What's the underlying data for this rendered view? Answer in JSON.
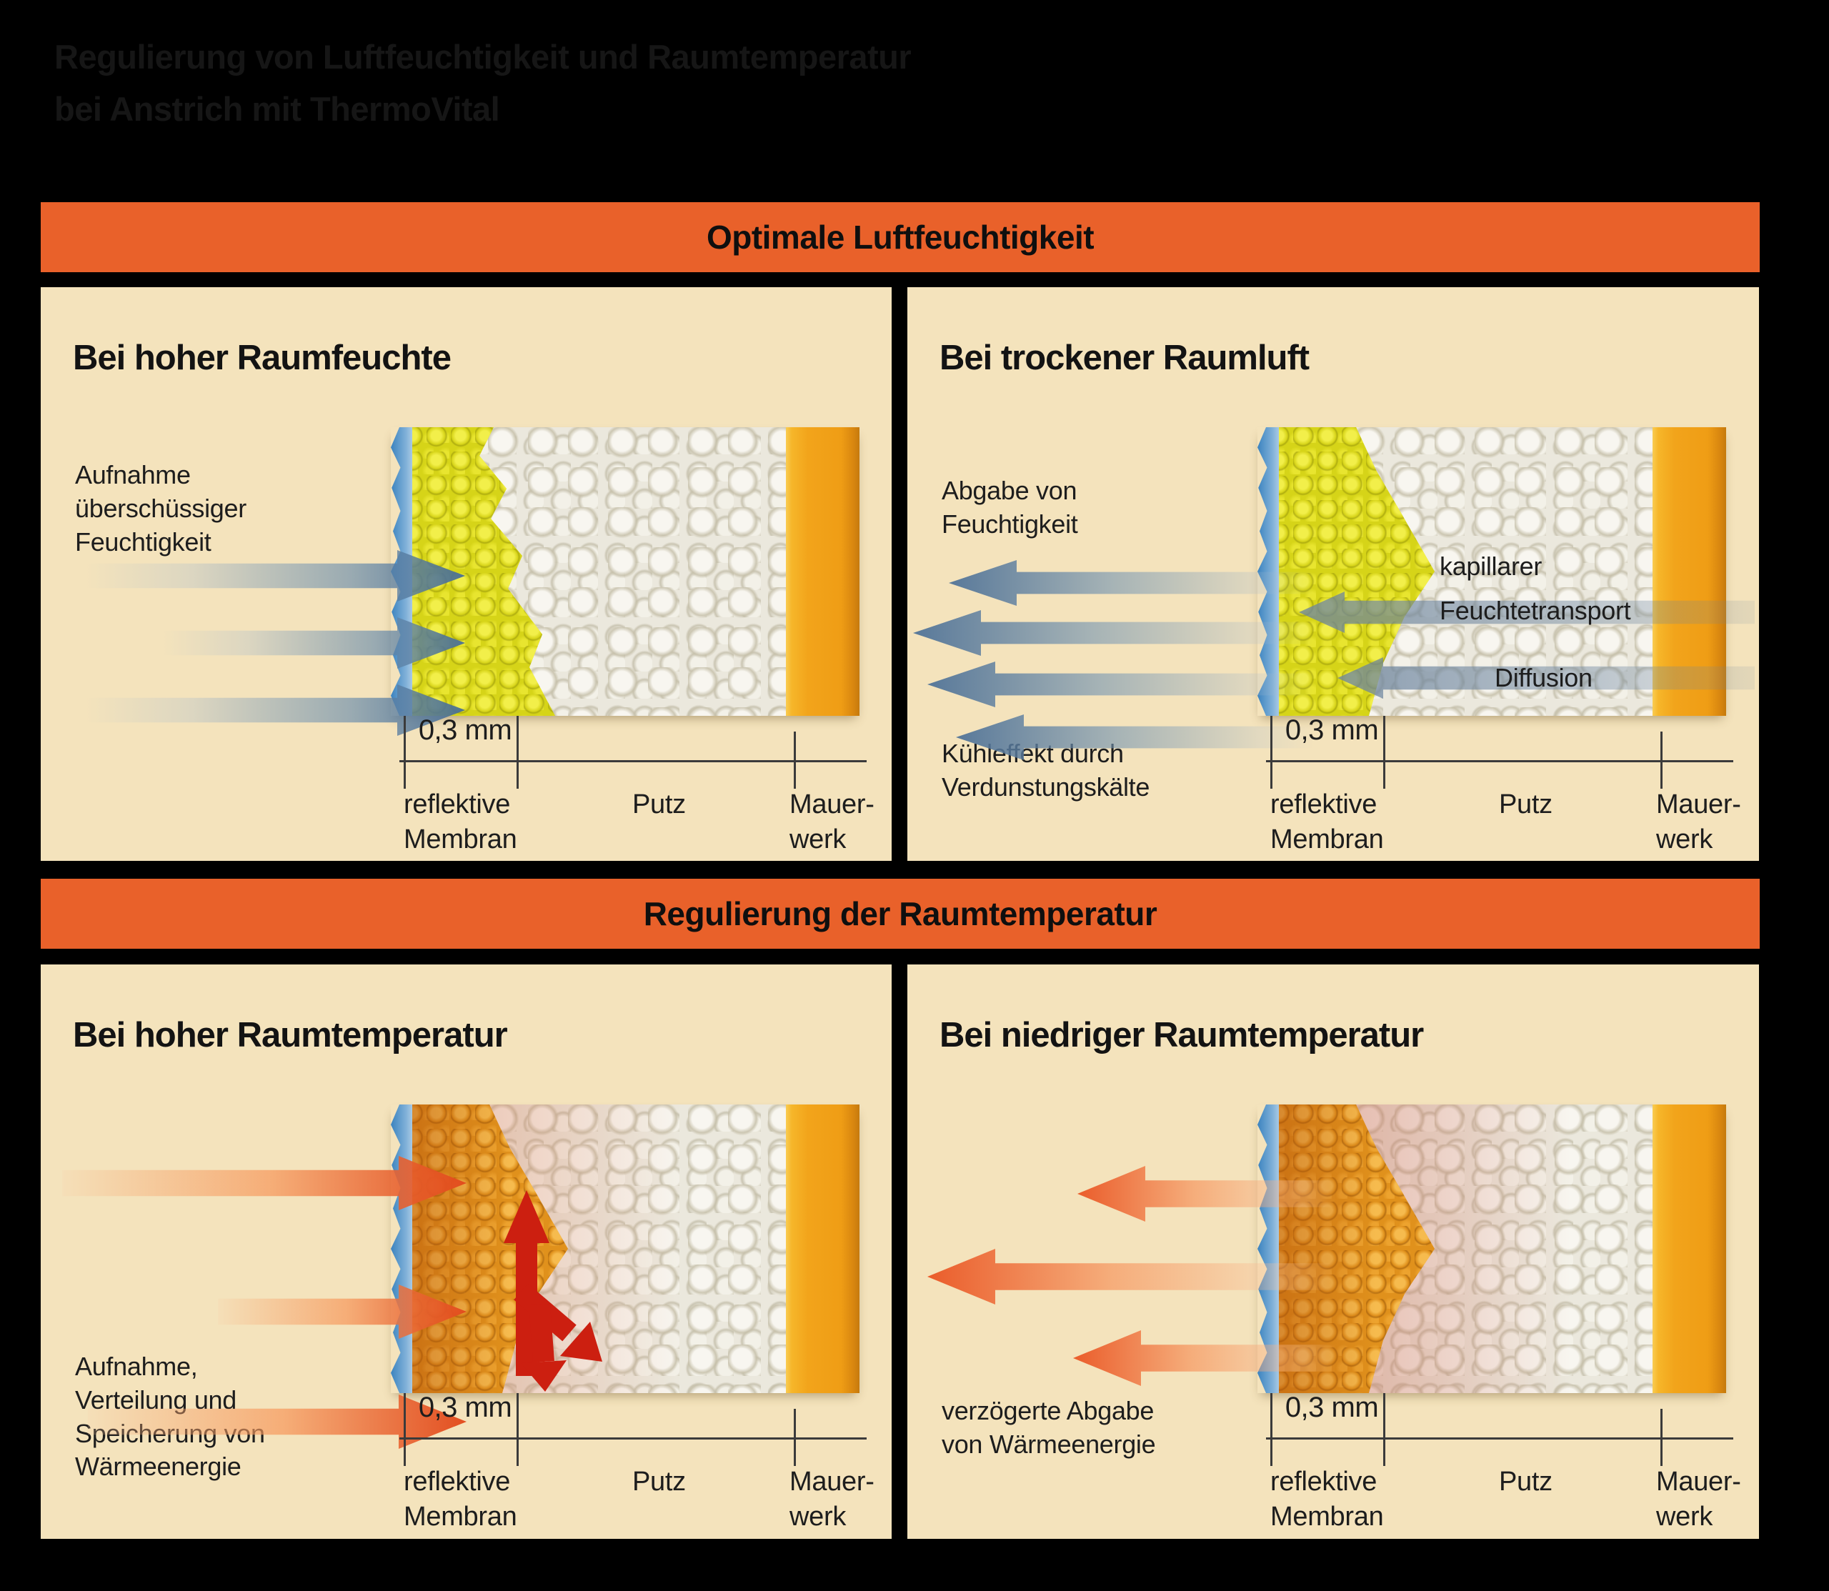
{
  "title": {
    "line1": "Regulierung von Luftfeuchtigkeit und Raumtemperatur",
    "line2": "bei Anstrich mit ThermoVital"
  },
  "colors": {
    "background": "#000000",
    "banner": "#E9612A",
    "panel": "#F4E3BC",
    "heading_text": "#131313",
    "membrane_yellow": "#DCD91C",
    "membrane_orange": "#E8951C",
    "plaster": "#EBE8DD",
    "masonry": "#F2A41B",
    "paint_film_blue": "#4A8FC7",
    "moisture_arrow": "#6E89A0",
    "heat_arrow": "#E2541E",
    "inner_heat_arrow": "#CC1F10"
  },
  "sections": [
    {
      "banner": "Optimale Luftfeuchtigkeit",
      "panels": [
        {
          "heading": "Bei hoher Raumfeuchte",
          "side_label": "Aufnahme\nüberschüssiger\nFeuchtigkeit",
          "scale_label": "0,3 mm",
          "layer_labels": {
            "membrane": "reflektive\nMembran",
            "plaster": "Putz",
            "masonry": "Mauer-\nwerk"
          }
        },
        {
          "heading": "Bei trockener Raumluft",
          "side_label": "Abgabe von\nFeuchtigkeit",
          "capillary_label": "kapillarer\nFeuchtetransport",
          "diffusion_label": "Diffusion",
          "cooling_label": "Kühleffekt durch\nVerdunstungskälte",
          "scale_label": "0,3 mm",
          "layer_labels": {
            "membrane": "reflektive\nMembran",
            "plaster": "Putz",
            "masonry": "Mauer-\nwerk"
          }
        }
      ]
    },
    {
      "banner": "Regulierung der Raumtemperatur",
      "panels": [
        {
          "heading": "Bei hoher Raumtemperatur",
          "side_label": "Aufnahme,\nVerteilung und\nSpeicherung von\nWärmeenergie",
          "scale_label": "0,3 mm",
          "layer_labels": {
            "membrane": "reflektive\nMembran",
            "plaster": "Putz",
            "masonry": "Mauer-\nwerk"
          }
        },
        {
          "heading": "Bei niedriger Raumtemperatur",
          "side_label": "verzögerte Abgabe\nvon Wärmeenergie",
          "scale_label": "0,3 mm",
          "layer_labels": {
            "membrane": "reflektive\nMembran",
            "plaster": "Putz",
            "masonry": "Mauer-\nwerk"
          }
        }
      ]
    }
  ]
}
